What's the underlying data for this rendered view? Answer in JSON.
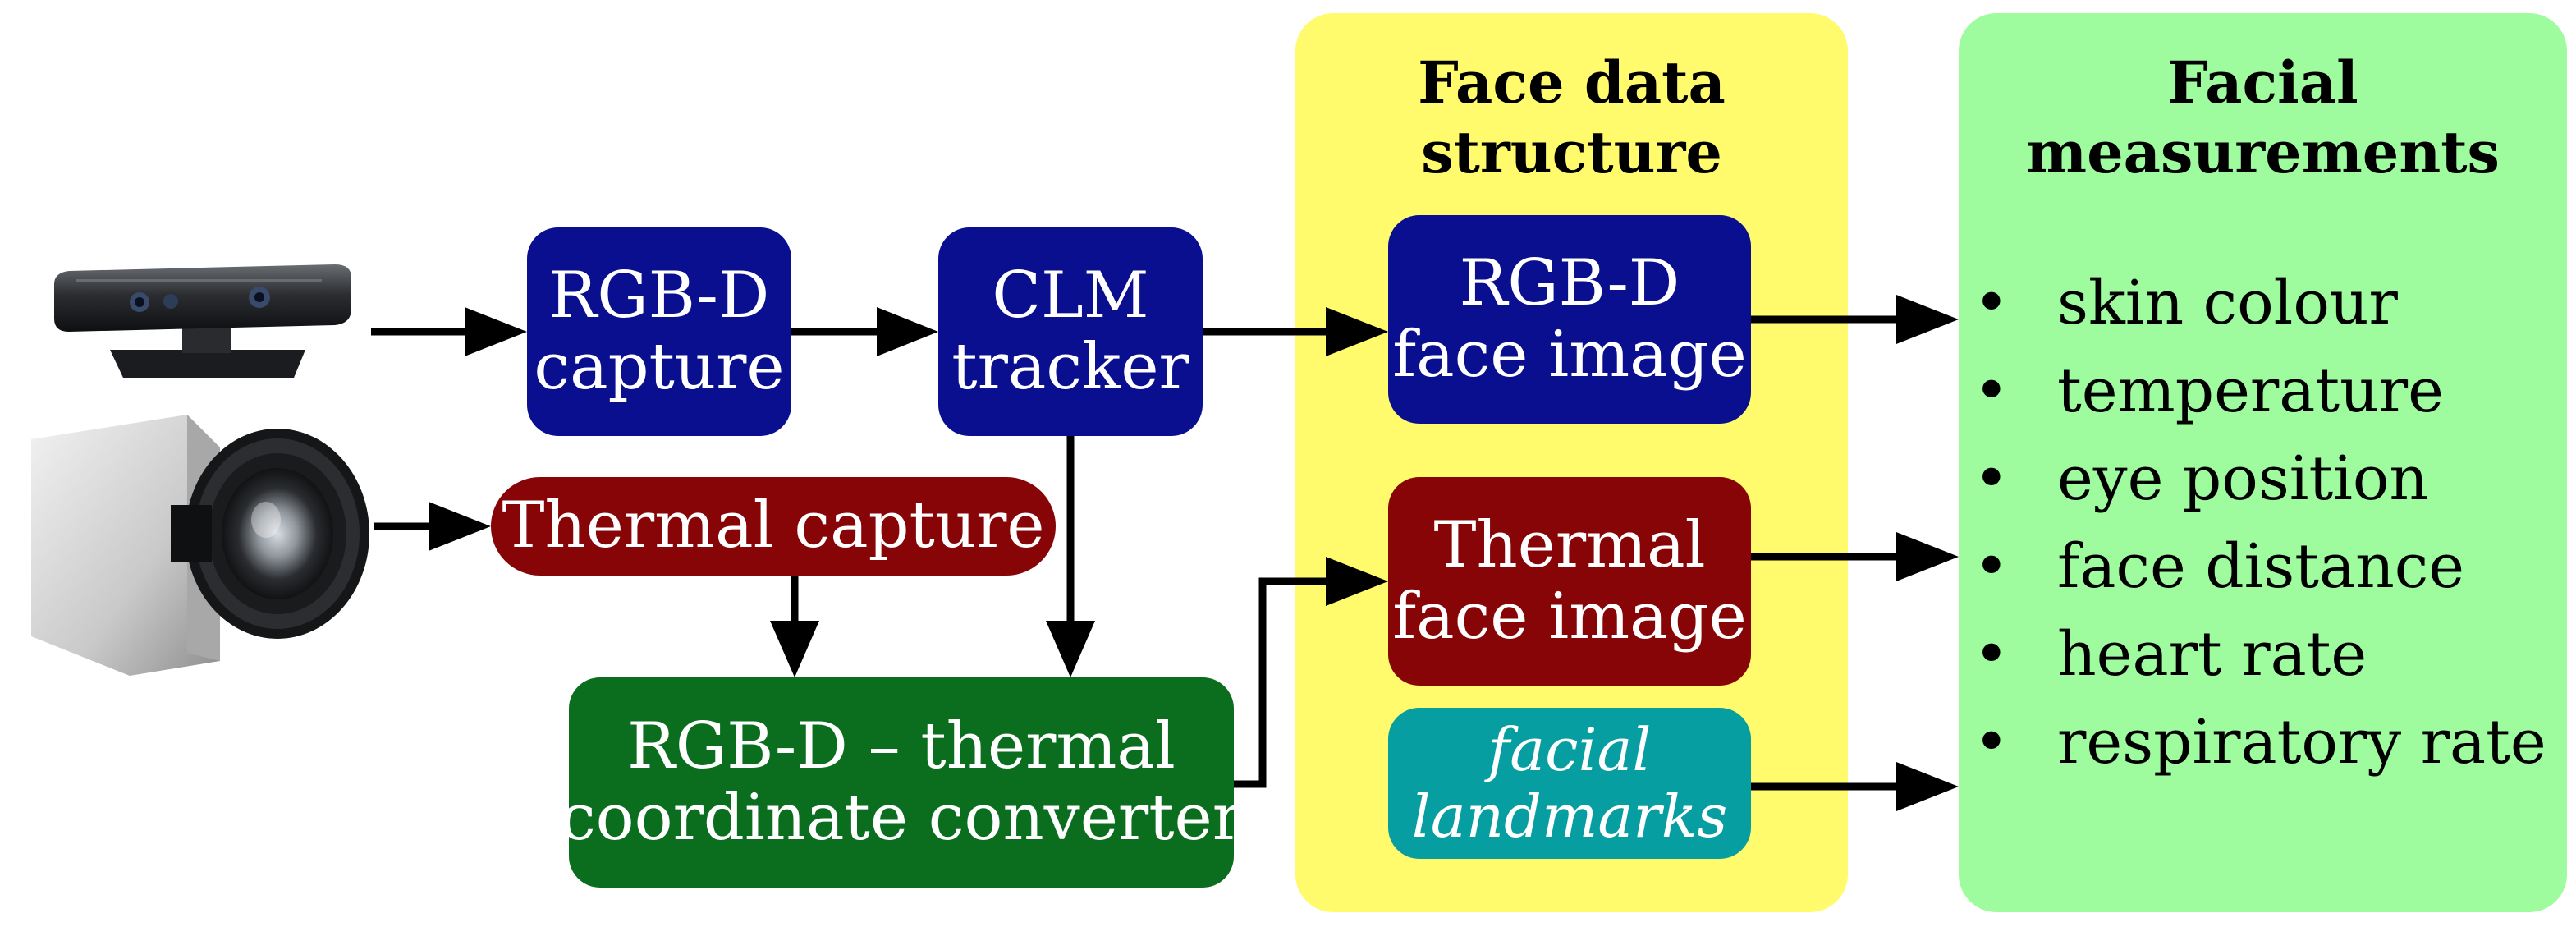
{
  "nodes": {
    "rgbd_capture": [
      "RGB-D",
      "capture"
    ],
    "clm_tracker": [
      "CLM",
      "tracker"
    ],
    "thermal_capture": [
      "Thermal capture"
    ],
    "converter": [
      "RGB-D – thermal",
      "coordinate converter"
    ],
    "rgbd_face_image": [
      "RGB-D",
      "face image"
    ],
    "thermal_face_image": [
      "Thermal",
      "face image"
    ],
    "facial_landmarks": [
      "facial",
      "landmarks"
    ]
  },
  "panels": {
    "face_data_structure": {
      "title": [
        "Face data",
        "structure"
      ]
    },
    "facial_measurements": {
      "title": [
        "Facial",
        "measurements"
      ],
      "items": [
        "skin colour",
        "temperature",
        "eye position",
        "face distance",
        "heart rate",
        "respiratory rate"
      ],
      "bullet": "•"
    }
  },
  "devices": {
    "rgbd_sensor": "kinect-sensor-icon",
    "thermal_camera": "thermal-camera-icon"
  },
  "colors": {
    "blue_box": "#0a0f8f",
    "red_box": "#870507",
    "green_box": "#0a6e1e",
    "teal_box": "#079ea2",
    "yellow_panel": "#fffb6c",
    "green_panel": "#9efb9e",
    "arrow": "#000000"
  }
}
